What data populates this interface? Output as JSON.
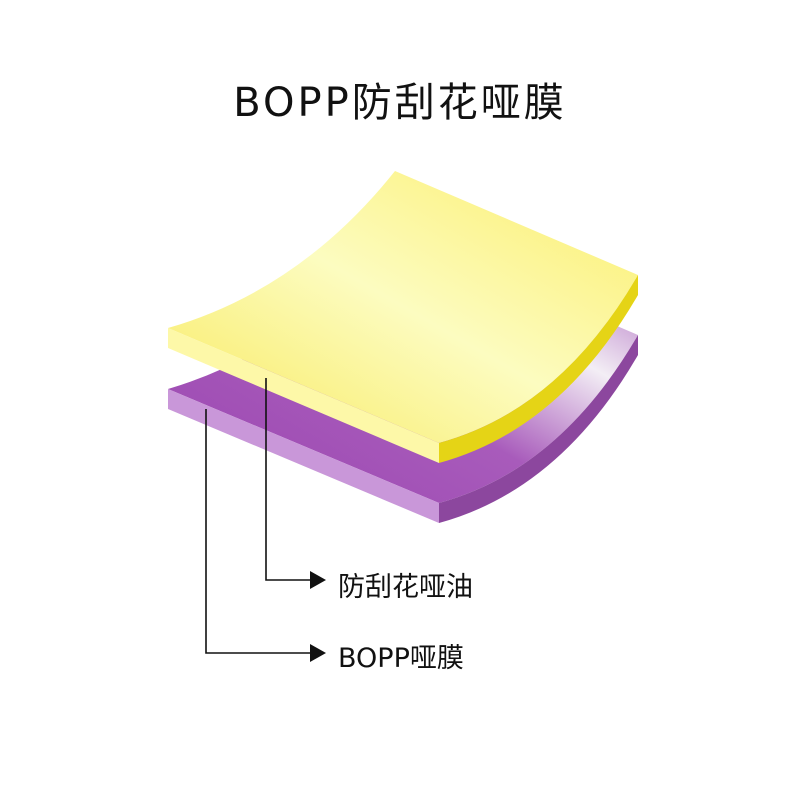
{
  "title": "BOPP防刮花哑膜",
  "layers": [
    {
      "label": "防刮花哑油",
      "color": "#f8ee6a"
    },
    {
      "label": "BOPP哑膜",
      "color": "#a24fb3"
    }
  ]
}
